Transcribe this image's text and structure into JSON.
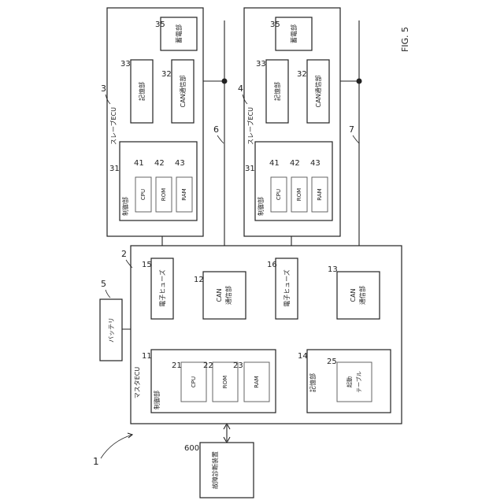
{
  "figure_label": "FIG. 5",
  "system_ref": "1",
  "battery": {
    "ref": "5",
    "label": "バッテリ"
  },
  "diagnostic_device": {
    "ref": "600",
    "label": "故障診断装置"
  },
  "master_ecu": {
    "ref": "2",
    "label": "マスタECU",
    "control_unit": {
      "ref": "11",
      "label": "制御部"
    },
    "cpu": {
      "ref": "21",
      "label": "CPU"
    },
    "rom": {
      "ref": "22",
      "label": "ROM"
    },
    "ram": {
      "ref": "23",
      "label": "RAM"
    },
    "can1": {
      "ref": "12",
      "label_line1": "CAN",
      "label_line2": "通信部"
    },
    "can2": {
      "ref": "13",
      "label_line1": "CAN",
      "label_line2": "通信部"
    },
    "storage": {
      "ref": "14",
      "label": "記憶部"
    },
    "table": {
      "ref": "25",
      "label_line1": "起動",
      "label_line2": "テーブル"
    },
    "fuse1": {
      "ref": "15",
      "label": "電子ヒューズ"
    },
    "fuse2": {
      "ref": "16",
      "label": "電子ヒューズ"
    }
  },
  "slave_ecus": [
    {
      "ref": "3",
      "label": "スレーブECU",
      "power_storage": {
        "ref": "35",
        "label": "蓄電部"
      },
      "storage": {
        "ref": "33",
        "label": "記憶部"
      },
      "can": {
        "ref": "32",
        "label": "CAN通信部"
      },
      "control_unit": {
        "ref": "31",
        "label": "制御部"
      },
      "cpu": {
        "ref": "41",
        "label": "CPU"
      },
      "rom": {
        "ref": "42",
        "label": "ROM"
      },
      "ram": {
        "ref": "43",
        "label": "RAM"
      }
    },
    {
      "ref": "4",
      "label": "スレーブECU",
      "power_storage": {
        "ref": "35",
        "label": "蓄電部"
      },
      "storage": {
        "ref": "33",
        "label": "記憶部"
      },
      "can": {
        "ref": "32",
        "label": "CAN通信部"
      },
      "control_unit": {
        "ref": "31",
        "label": "制御部"
      },
      "cpu": {
        "ref": "41",
        "label": "CPU"
      },
      "rom": {
        "ref": "42",
        "label": "ROM"
      },
      "ram": {
        "ref": "43",
        "label": "RAM"
      }
    }
  ],
  "bus_refs": [
    "6",
    "7"
  ]
}
